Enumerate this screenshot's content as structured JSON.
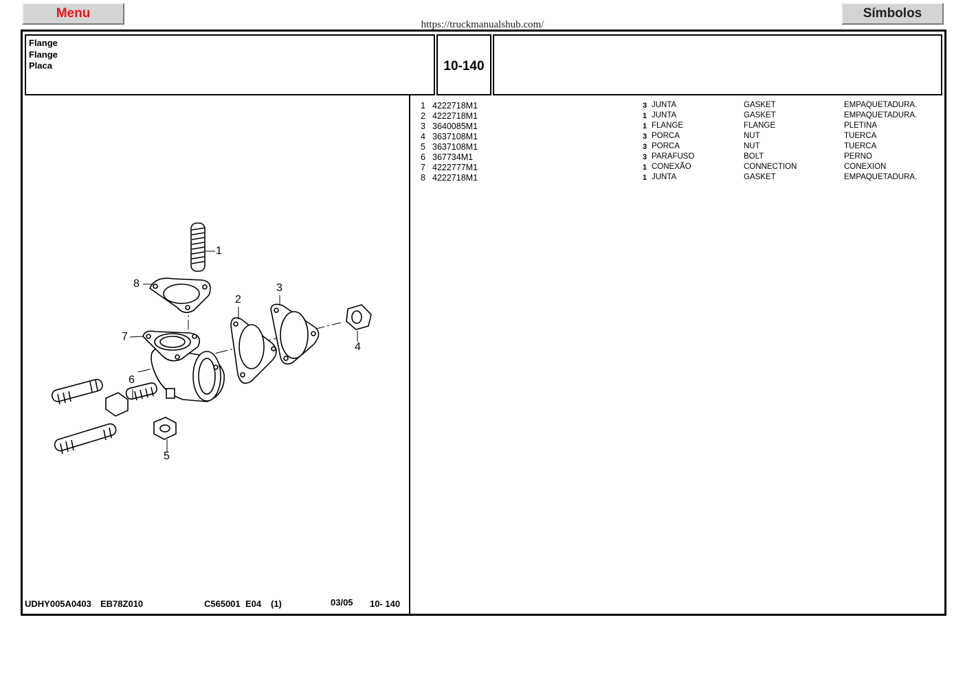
{
  "nav": {
    "menu_label": "Menu",
    "simbolos_label": "Símbolos",
    "url": "https://truckmanualshub.com/"
  },
  "header": {
    "titles": [
      "Flange",
      "Flange",
      "Placa"
    ],
    "code": "10-140"
  },
  "parts": [
    {
      "num": "1",
      "part_no": "4222718M1",
      "qty": "3",
      "pt": "JUNTA",
      "en": "GASKET",
      "es": "EMPAQUETADURA."
    },
    {
      "num": "2",
      "part_no": "4222718M1",
      "qty": "1",
      "pt": "JUNTA",
      "en": "GASKET",
      "es": "EMPAQUETADURA."
    },
    {
      "num": "3",
      "part_no": "3640085M1",
      "qty": "1",
      "pt": "FLANGE",
      "en": "FLANGE",
      "es": "PLETINA"
    },
    {
      "num": "4",
      "part_no": "3637108M1",
      "qty": "3",
      "pt": "PORCA",
      "en": "NUT",
      "es": "TUERCA"
    },
    {
      "num": "5",
      "part_no": "3637108M1",
      "qty": "3",
      "pt": "PORCA",
      "en": "NUT",
      "es": "TUERCA"
    },
    {
      "num": "6",
      "part_no": "367734M1",
      "qty": "3",
      "pt": "PARAFUSO",
      "en": "BOLT",
      "es": "PERNO"
    },
    {
      "num": "7",
      "part_no": "4222777M1",
      "qty": "1",
      "pt": "CONEXÃO",
      "en": "CONNECTION",
      "es": "CONEXION"
    },
    {
      "num": "8",
      "part_no": "4222718M1",
      "qty": "1",
      "pt": "JUNTA",
      "en": "GASKET",
      "es": "EMPAQUETADURA."
    }
  ],
  "diagram": {
    "callouts": [
      "1",
      "2",
      "3",
      "4",
      "5",
      "6",
      "7",
      "8"
    ]
  },
  "footer": {
    "ref1": "UDHY005A0403",
    "ref2": "EB78Z010",
    "serial": "C565001  E04",
    "sheet": "(1)",
    "date": "03/05",
    "code": "10- 140"
  }
}
